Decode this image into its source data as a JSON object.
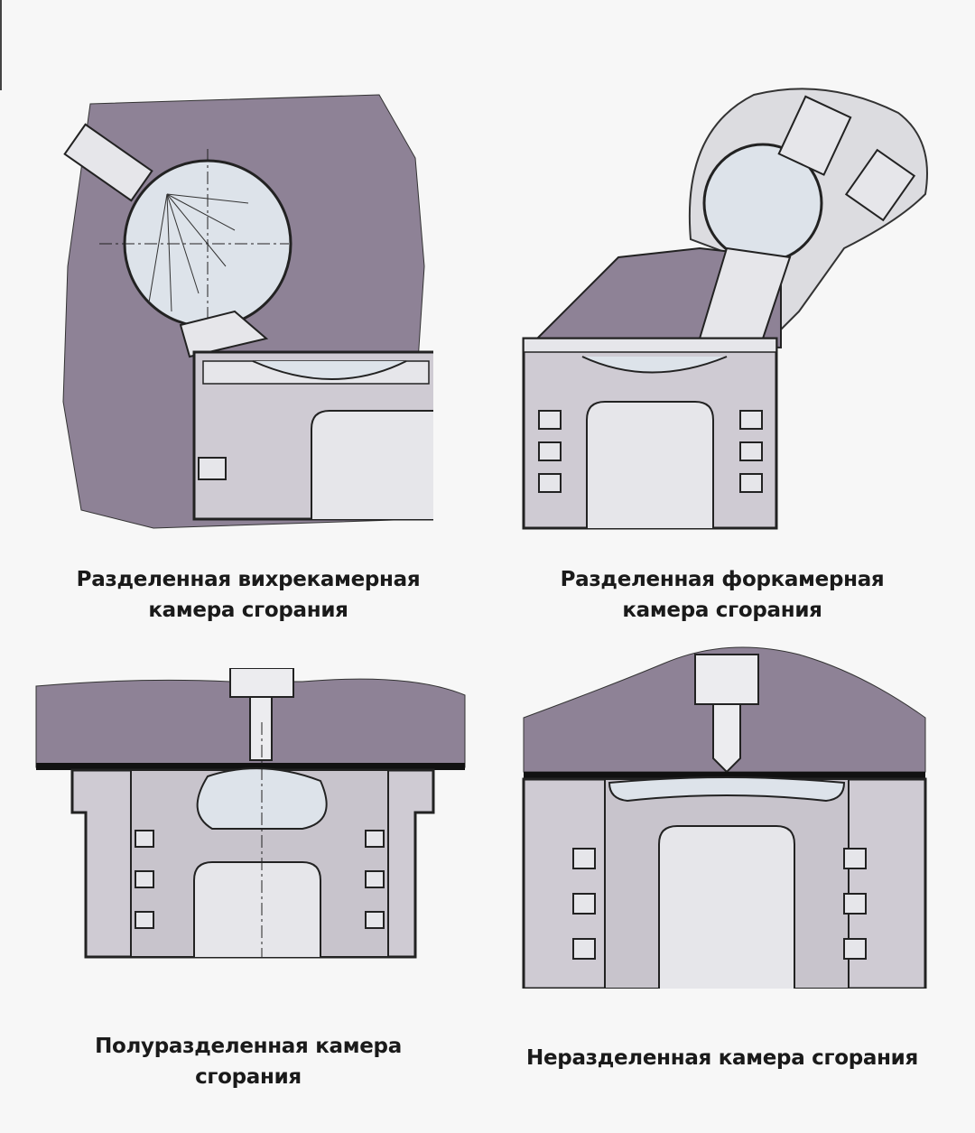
{
  "figures": [
    {
      "caption_line1": "Разделенная вихрекамерная",
      "caption_line2": "камера сгорания"
    },
    {
      "caption_line1": "Разделенная форкамерная",
      "caption_line2": "камера сгорания"
    },
    {
      "caption_line1": "Полуразделенная камера",
      "caption_line2": "сгорания"
    },
    {
      "caption_line1": "Неразделенная камера сгорания"
    }
  ],
  "colors": {
    "head": "#8e8296",
    "piston": "#cfcbd3",
    "chamber": "#e4e8ee",
    "outline": "#222222",
    "background": "#f7f7f7"
  }
}
